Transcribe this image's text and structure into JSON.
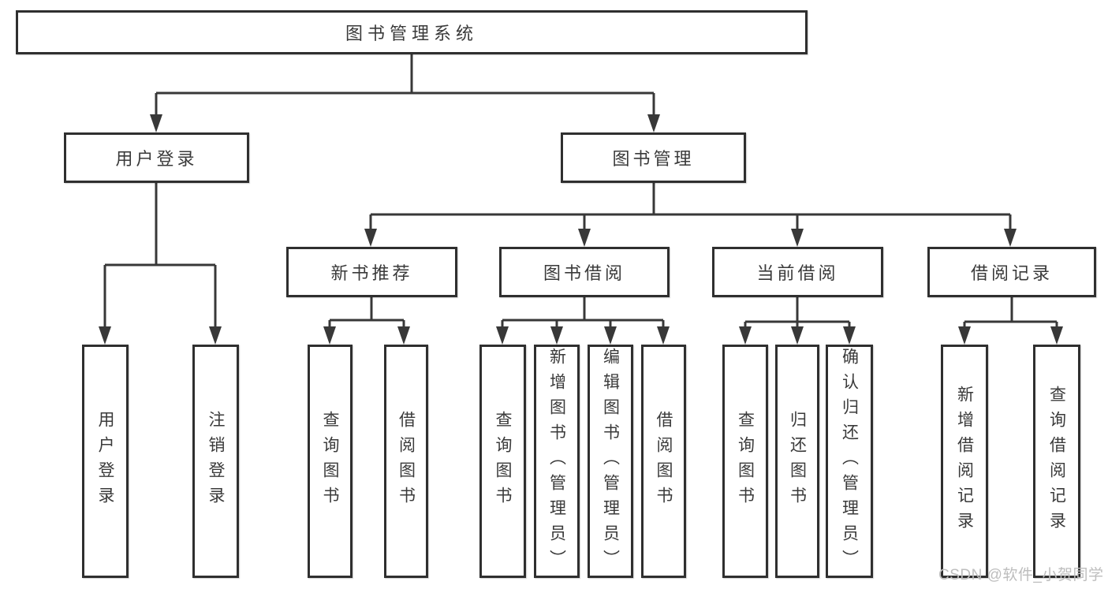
{
  "diagram": {
    "root": {
      "label": "图书管理系统"
    },
    "level2": [
      {
        "label": "用户登录",
        "children": [
          "用户登录",
          "注销登录"
        ]
      },
      {
        "label": "图书管理"
      }
    ],
    "level3": [
      {
        "label": "新书推荐",
        "children": [
          "查询图书",
          "借阅图书"
        ]
      },
      {
        "label": "图书借阅",
        "children": [
          "查询图书",
          "新增图书（管理员）",
          "编辑图书（管理员）",
          "借阅图书"
        ]
      },
      {
        "label": "当前借阅",
        "children": [
          "查询图书",
          "归还图书",
          "确认归还（管理员）"
        ]
      },
      {
        "label": "借阅记录",
        "children": [
          "新增借阅记录",
          "查询借阅记录"
        ]
      }
    ]
  },
  "watermark": {
    "text": "CSDN @软件_小贺同学"
  },
  "colors": {
    "line": "#383838",
    "box_border": "#2f2f2f",
    "text": "#3a3a3a",
    "watermark_text": "#bdbdbd",
    "background": "#ffffff"
  }
}
